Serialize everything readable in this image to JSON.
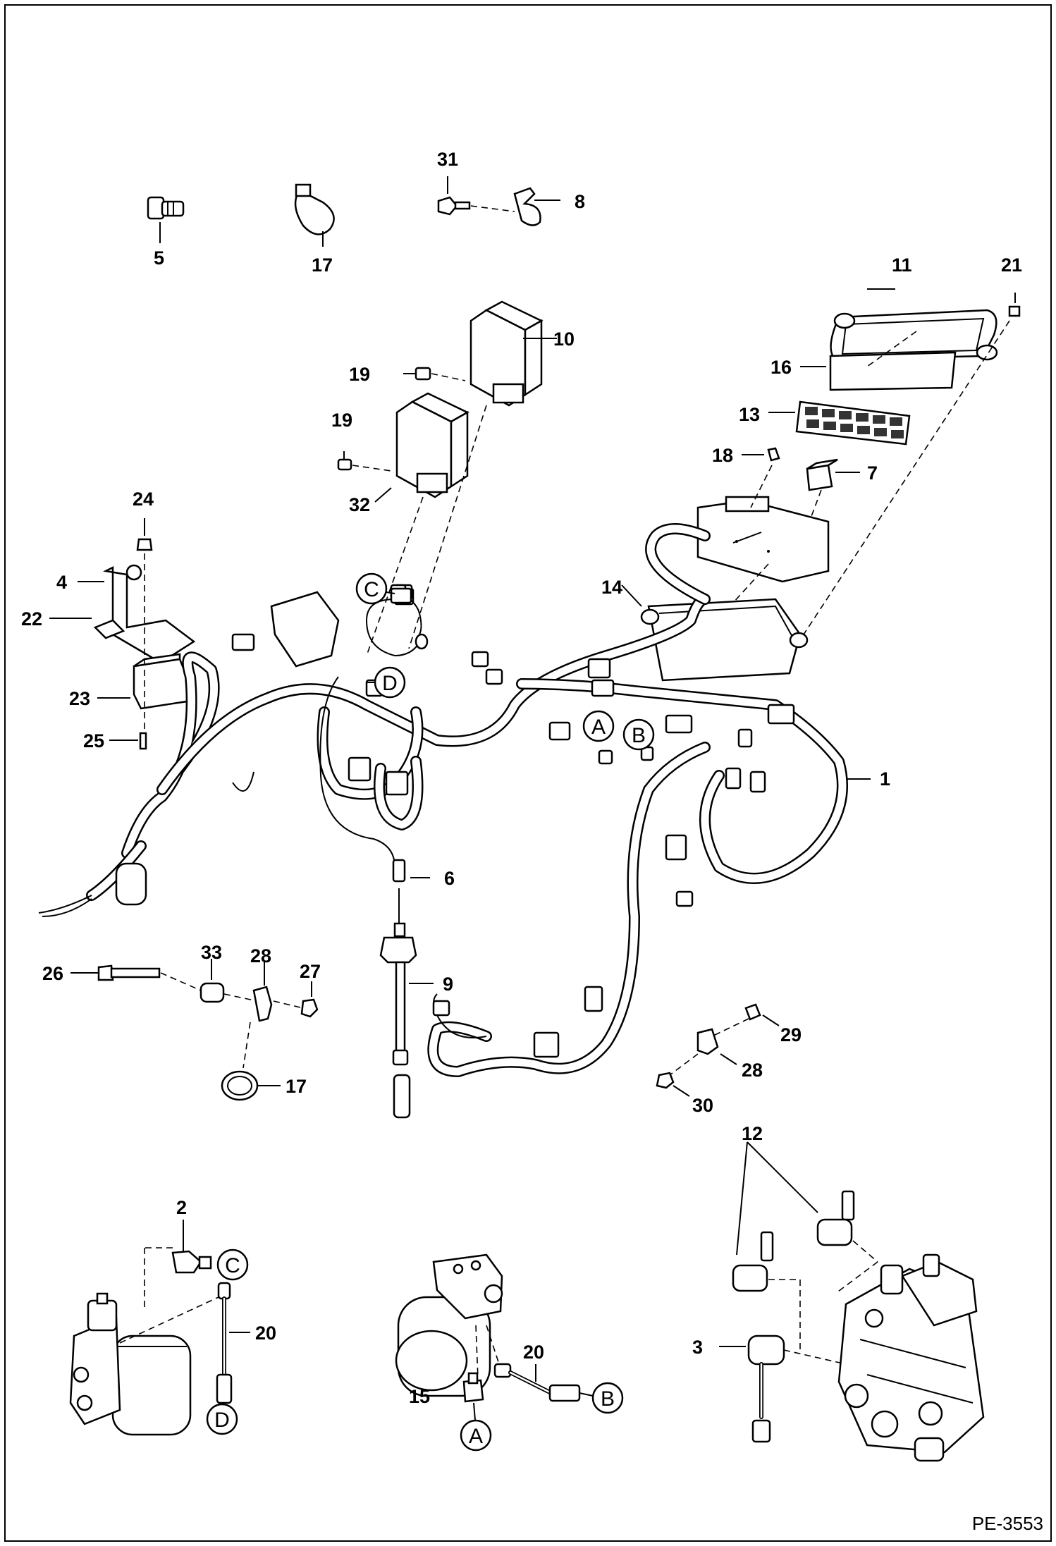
{
  "doc_id": "PE-3553",
  "callouts": {
    "n1": "1",
    "n2": "2",
    "n3": "3",
    "n4": "4",
    "n5": "5",
    "n6": "6",
    "n7": "7",
    "n8": "8",
    "n9": "9",
    "n10": "10",
    "n11": "11",
    "n12": "12",
    "n13": "13",
    "n14": "14",
    "n15": "15",
    "n16": "16",
    "n17a": "17",
    "n17b": "17",
    "n18": "18",
    "n19a": "19",
    "n19b": "19",
    "n20a": "20",
    "n20b": "20",
    "n21": "21",
    "n22": "22",
    "n23": "23",
    "n24": "24",
    "n25": "25",
    "n26": "26",
    "n27": "27",
    "n28a": "28",
    "n28b": "28",
    "n29": "29",
    "n30": "30",
    "n31": "31",
    "n32": "32",
    "n33": "33"
  },
  "connection_markers": {
    "a_top": "A",
    "b_top": "B",
    "c_top": "C",
    "d_top": "D",
    "a_bottom": "A",
    "b_bottom": "B",
    "c_bottom": "C",
    "d_bottom": "D"
  }
}
